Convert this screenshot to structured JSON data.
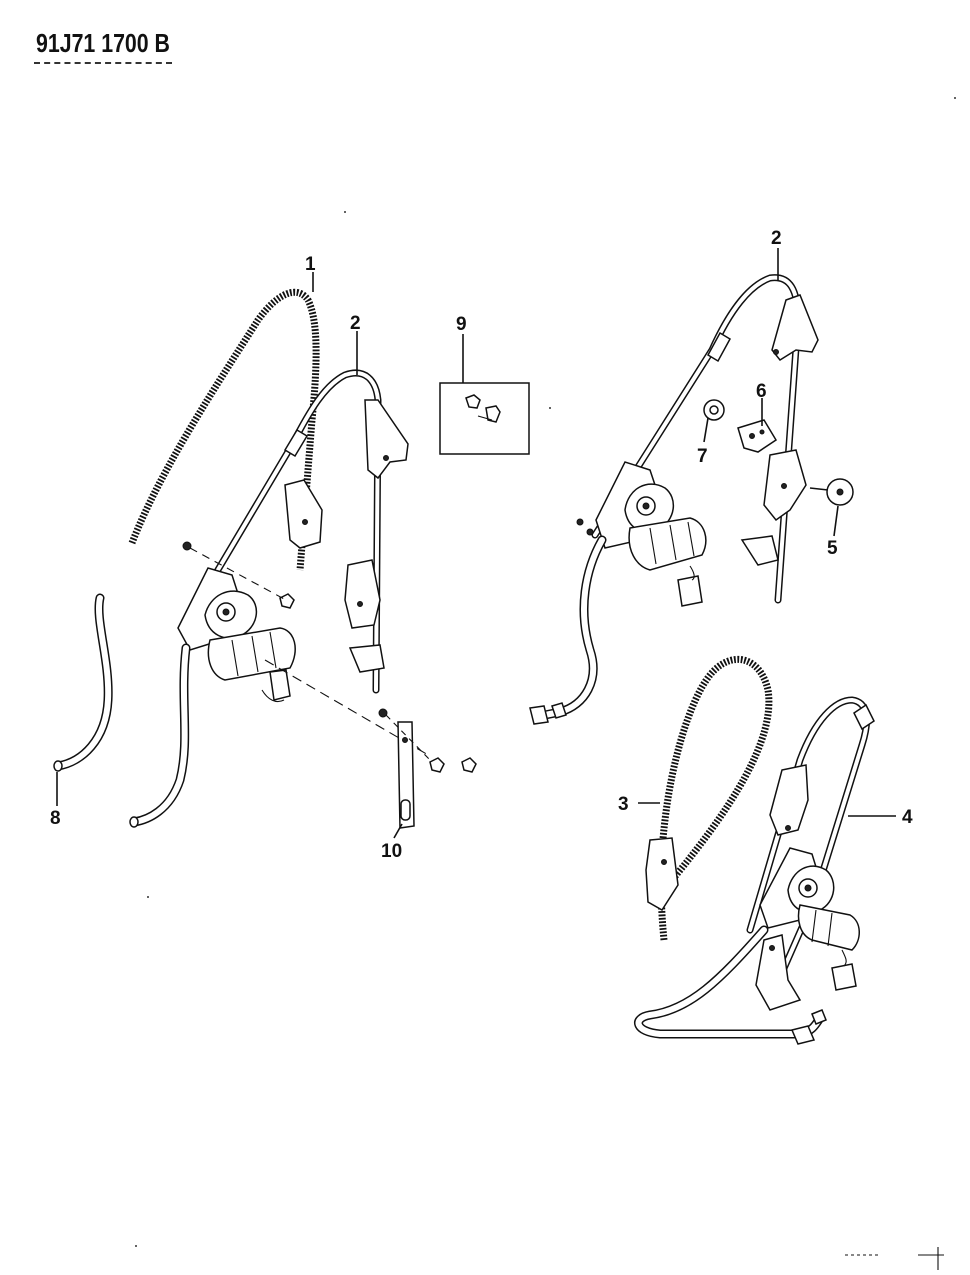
{
  "header": {
    "ref_code": "91J71 1700 B"
  },
  "callouts": [
    "1",
    "2",
    "9",
    "2",
    "6",
    "7",
    "5",
    "8",
    "10",
    "3",
    "4"
  ]
}
